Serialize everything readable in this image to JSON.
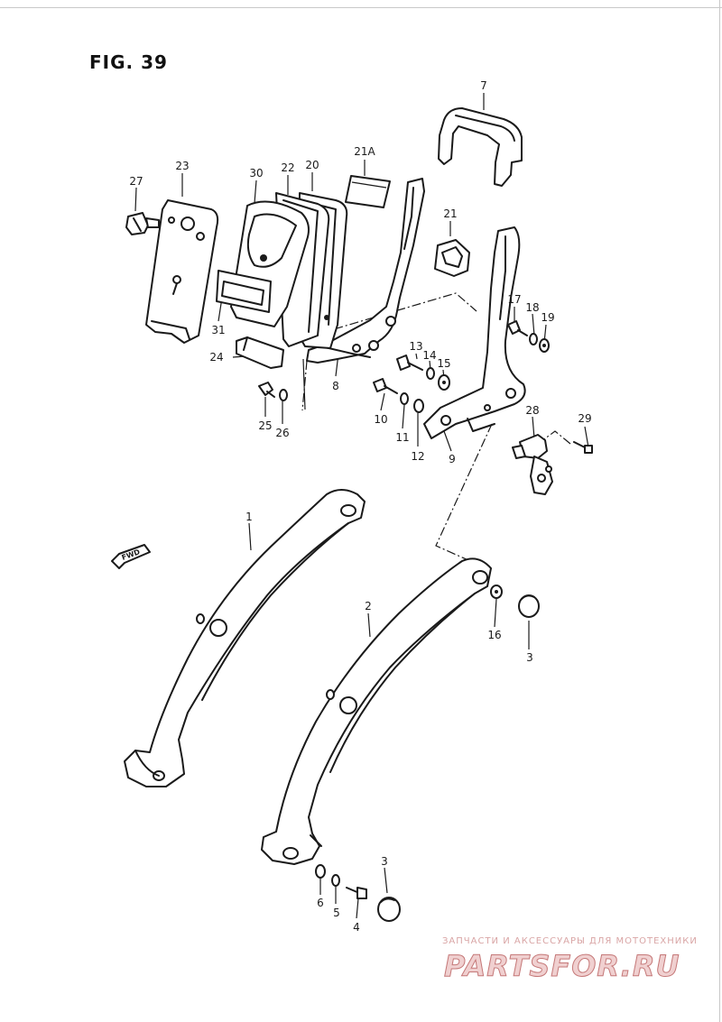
{
  "figure": {
    "title": "FIG. 39"
  },
  "fwd_label": "FWD",
  "callouts": {
    "c1": "1",
    "c2": "2",
    "c3a": "3",
    "c3b": "3",
    "c4": "4",
    "c5": "5",
    "c6": "6",
    "c7": "7",
    "c8": "8",
    "c9": "9",
    "c10": "10",
    "c11": "11",
    "c12": "12",
    "c13": "13",
    "c14": "14",
    "c15": "15",
    "c16": "16",
    "c17": "17",
    "c18": "18",
    "c19": "19",
    "c20": "20",
    "c21": "21",
    "c21a": "21A",
    "c22": "22",
    "c23": "23",
    "c24": "24",
    "c25": "25",
    "c26": "26",
    "c27": "27",
    "c28": "28",
    "c29": "29",
    "c30": "30",
    "c31": "31"
  },
  "watermark": {
    "tagline": "ЗАПЧАСТИ И АКСЕССУАРЫ ДЛЯ МОТОТЕХНИКИ",
    "logo": "PARTSFOR.RU"
  }
}
